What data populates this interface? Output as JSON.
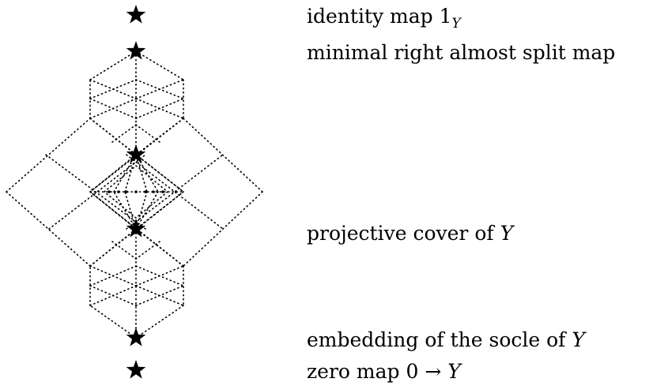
{
  "labels": {
    "identity": {
      "text": "identity map 1",
      "subscript": "Y"
    },
    "minimal_ras": {
      "text": "minimal right almost split map"
    },
    "projective_cover": {
      "text": "projective cover of ",
      "math": "Y"
    },
    "socle_embedding": {
      "text": "embedding of the socle of ",
      "math": "Y"
    },
    "zero_map": {
      "text": "zero map 0 → ",
      "math": "Y"
    }
  },
  "colors": {
    "line": "#000000",
    "star": "#000000"
  },
  "icons": {
    "marked_point": "star-icon"
  }
}
